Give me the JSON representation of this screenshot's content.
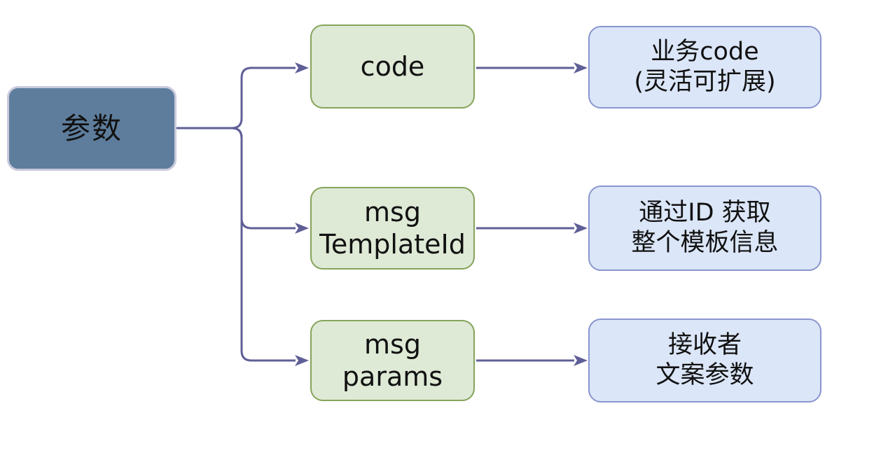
{
  "canvas": {
    "background": "#ffffff"
  },
  "palette": {
    "connector": "#5f5f97",
    "root_fill": "#5e7d9c",
    "root_border": "#c9cadd",
    "key_fill": "#dee9d6",
    "key_border": "#85a45a",
    "desc_fill": "#dbe6f8",
    "desc_border": "#8995cf",
    "text": "#111111"
  },
  "diagram": {
    "root": {
      "lines": [
        "参数"
      ]
    },
    "rows": [
      {
        "key": {
          "lines": [
            "code"
          ]
        },
        "desc": {
          "lines": [
            "业务code",
            "(灵活可扩展)"
          ]
        }
      },
      {
        "key": {
          "lines": [
            "msg",
            "TemplateId"
          ]
        },
        "desc": {
          "lines": [
            "通过ID 获取",
            "整个模板信息"
          ]
        }
      },
      {
        "key": {
          "lines": [
            "msg",
            "params"
          ]
        },
        "desc": {
          "lines": [
            "接收者",
            "文案参数"
          ]
        }
      }
    ]
  }
}
